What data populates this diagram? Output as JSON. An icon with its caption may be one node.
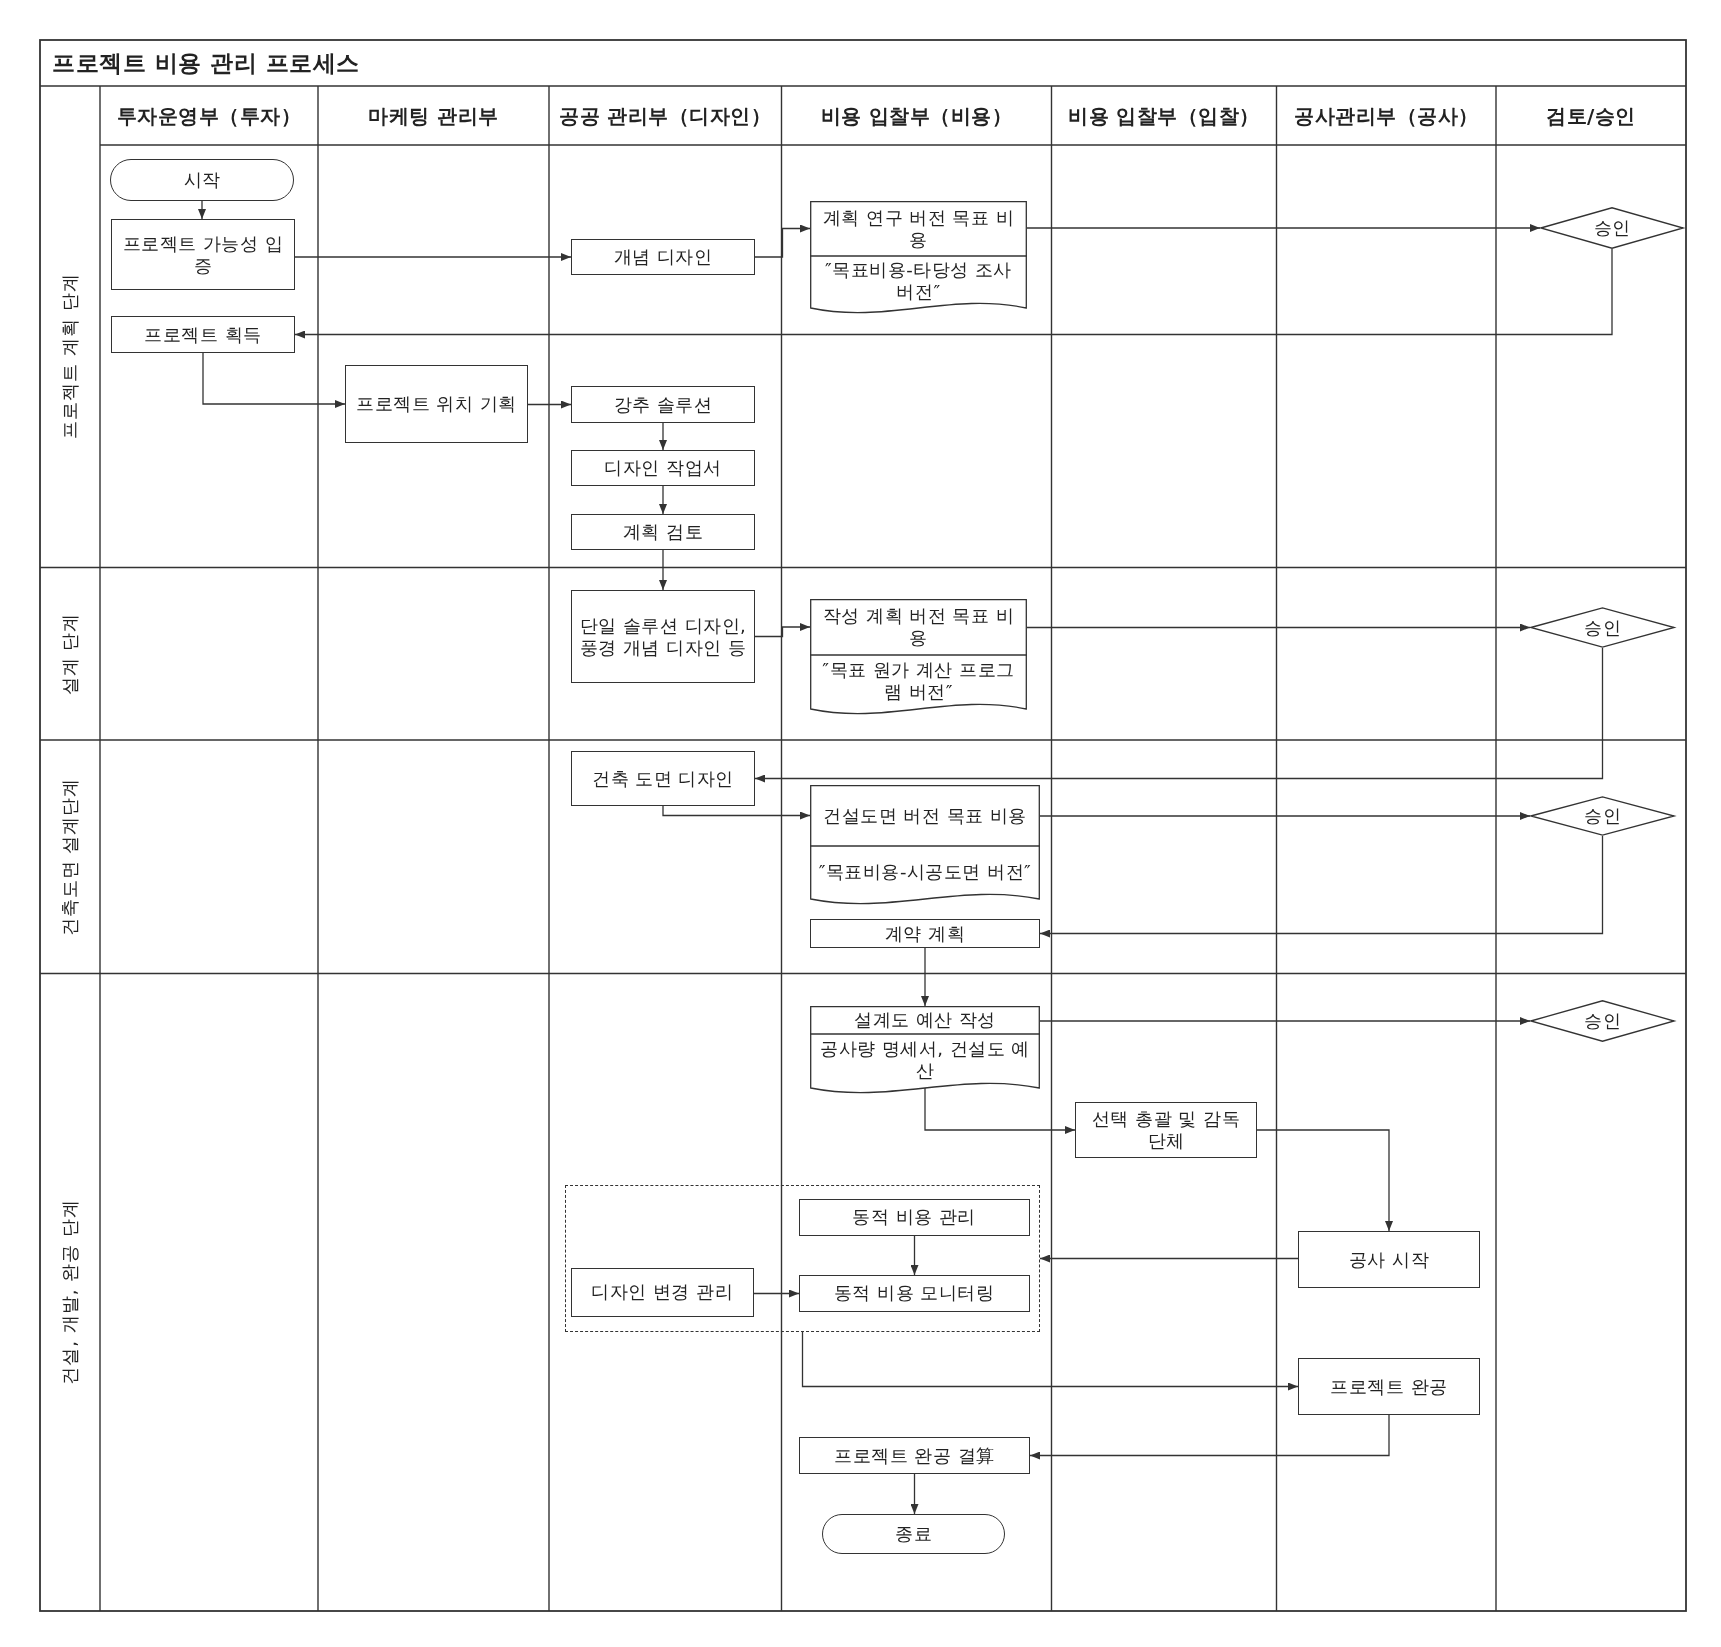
{
  "diagram": {
    "title": "프로젝트 비용 관리 프로세스",
    "nodes": [
      {
        "text": [
          "시작"
        ]
      },
      {
        "text": [
          "프로젝트 가능성 입증"
        ]
      },
      {
        "text": [
          "개념 디자인"
        ]
      },
      {
        "text": [
          "계획 연구 버전 목표 비용",
          "″목표비용-타당성 조사 버전″"
        ]
      },
      {
        "text": [
          "승인"
        ]
      },
      {
        "text": [
          "프로젝트 획득"
        ]
      },
      {
        "text": [
          "프로젝트 위치 기획"
        ]
      },
      {
        "text": [
          "강추 솔루션"
        ]
      },
      {
        "text": [
          "디자인 작업서"
        ]
      },
      {
        "text": [
          "계획 검토"
        ]
      },
      {
        "text": [
          "단일 솔루션 디자인, 풍경 개념 디자인 등"
        ]
      },
      {
        "text": [
          "작성 계획 버전 목표 비용",
          "″목표 원가 계산 프로그램 버전″"
        ]
      },
      {
        "text": [
          "승인"
        ]
      },
      {
        "text": [
          "건축 도면 디자인"
        ]
      },
      {
        "text": [
          "건설도면 버전 목표 비용",
          "″목표비용-시공도면 버전″"
        ]
      },
      {
        "text": [
          "승인"
        ]
      },
      {
        "text": [
          "계약 계획"
        ]
      },
      {
        "text": [
          "설계도 예산 작성",
          "공사량 명세서, 건설도 예산"
        ]
      },
      {
        "text": [
          "승인"
        ]
      },
      {
        "text": [
          "선택 총괄 및 감독 단체"
        ]
      },
      {
        "text": [],
        "shape": "box"
      },
      {
        "text": [
          "동적 비용 관리"
        ],
        "in": 20
      },
      {
        "text": [
          "디자인 변경 관리"
        ],
        "in": 20
      },
      {
        "text": [
          "동적 비용 모니터링"
        ],
        "in": 20
      },
      {
        "text": [
          "공사 시작"
        ]
      },
      {
        "text": [
          "프로젝트 완공"
        ]
      },
      {
        "text": [
          "프로젝트 완공 결算"
        ]
      },
      {
        "text": [
          "종료"
        ]
      }
    ],
    "edges": [
      {
        "from": 0,
        "to": 1,
        "arrow": "to"
      },
      {
        "from": 1,
        "to": 2,
        "arrow": "to"
      },
      {
        "from": 2,
        "to": 3,
        "arrow": "to"
      },
      {
        "from": 3,
        "to": 4,
        "arrow": "to"
      },
      {
        "from": 4,
        "to": 5,
        "arrow": "to"
      },
      {
        "from": 5,
        "to": 6,
        "arrow": "to"
      },
      {
        "from": 6,
        "to": 7,
        "arrow": "to"
      },
      {
        "from": 7,
        "to": 8,
        "arrow": "to"
      },
      {
        "from": 8,
        "to": 9,
        "arrow": "to"
      },
      {
        "from": 9,
        "to": 10,
        "arrow": "to"
      },
      {
        "from": 10,
        "to": 11,
        "arrow": "to"
      },
      {
        "from": 11,
        "to": 12,
        "arrow": "to"
      },
      {
        "from": 12,
        "to": 13,
        "arrow": "to"
      },
      {
        "from": 13,
        "to": 14,
        "arrow": "to"
      },
      {
        "from": 14,
        "to": 15,
        "arrow": "to"
      },
      {
        "from": 15,
        "to": 16,
        "arrow": "to"
      },
      {
        "from": 16,
        "to": 17,
        "arrow": "to"
      },
      {
        "from": 17,
        "to": 18,
        "arrow": "to"
      },
      {
        "from": 17,
        "to": 19,
        "arrow": "to"
      },
      {
        "from": 19,
        "to": 24,
        "arrow": "to"
      },
      {
        "from": 24,
        "to": 20,
        "arrow": "to"
      },
      {
        "from": 21,
        "to": 23,
        "arrow": "to"
      },
      {
        "from": 22,
        "to": 23,
        "arrow": "to"
      },
      {
        "from": 20,
        "to": 25,
        "arrow": "to"
      },
      {
        "from": 25,
        "to": 26,
        "arrow": "to"
      },
      {
        "from": 26,
        "to": 27,
        "arrow": "to"
      }
    ],
    "labels": [
      "투자운영부（투자）",
      "마케팅 관리부",
      "공공 관리부（디자인）",
      "비용 입찰부（비용）",
      "비용 입찰부（입찰）",
      "공사관리부（공사）",
      "검토/승인",
      "프로젝트 계획 단계",
      "설계 단계",
      "건축도면 설계단계",
      "건설, 개발, 완공 단계"
    ]
  }
}
